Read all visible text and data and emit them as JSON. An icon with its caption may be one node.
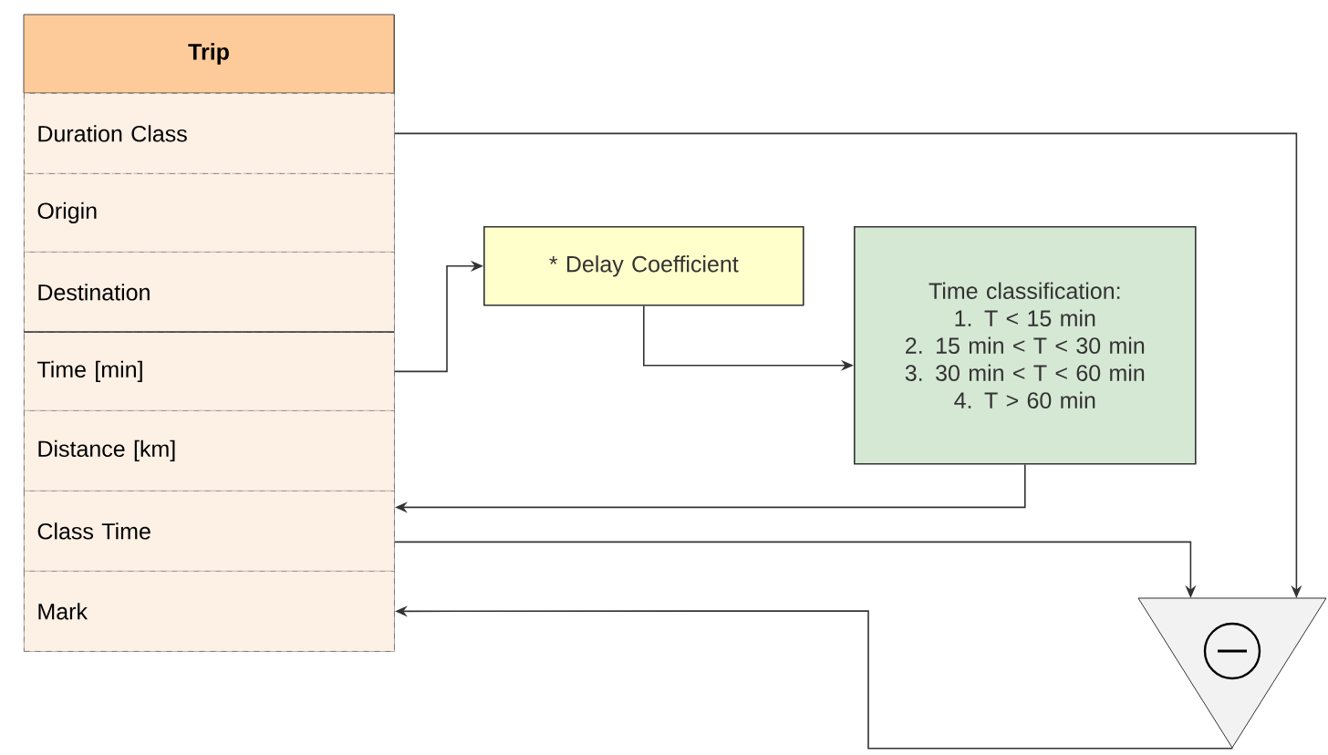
{
  "diagram": {
    "nodes": [
      {
        "text": [
          "Trip"
        ]
      },
      {
        "text": [
          "Duration Class"
        ],
        "in": 0
      },
      {
        "text": [
          "Origin"
        ],
        "in": 0
      },
      {
        "text": [
          "Destination"
        ],
        "in": 0
      },
      {
        "text": [
          "Time [min]"
        ],
        "in": 0
      },
      {
        "text": [
          "Distance [km]"
        ],
        "in": 0
      },
      {
        "text": [
          "Class Time"
        ],
        "in": 0
      },
      {
        "text": [
          "Mark"
        ],
        "in": 0
      },
      {
        "text": [
          "* Delay Coefficient"
        ]
      },
      {
        "text": [
          "Time classification:",
          "1. T < 15 min",
          "2. 15 min < T < 30 min",
          "3. 30 min < T < 60 min",
          "4. T > 60 min"
        ]
      },
      {
        "text": [],
        "shape": "triangle"
      }
    ],
    "edges": [
      {
        "from": 1,
        "to": 10,
        "arrow": "to"
      },
      {
        "from": 4,
        "to": 8,
        "arrow": "to"
      },
      {
        "from": 8,
        "to": 9,
        "arrow": "to"
      },
      {
        "from": 9,
        "to": 6,
        "arrow": "to"
      },
      {
        "from": 6,
        "to": 10,
        "arrow": "to"
      },
      {
        "from": 10,
        "to": 7,
        "arrow": "to"
      }
    ]
  }
}
